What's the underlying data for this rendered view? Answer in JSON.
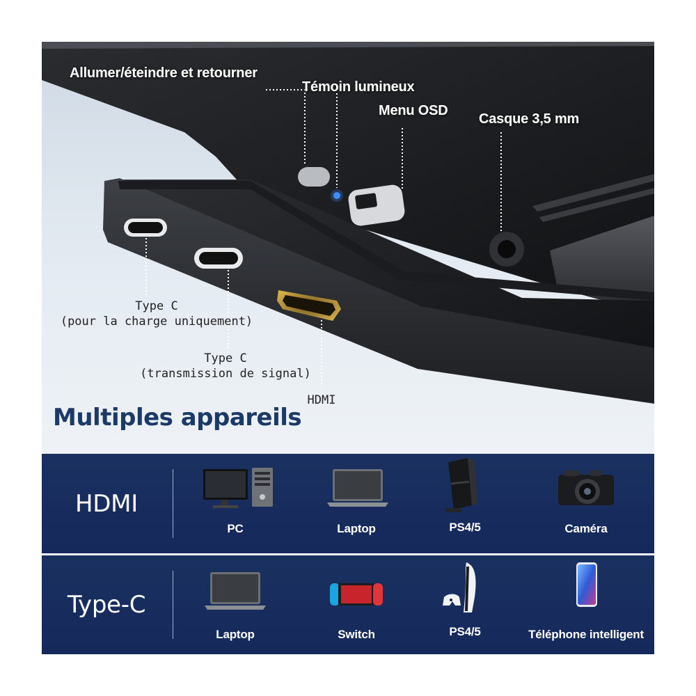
{
  "callouts": {
    "power": "Allumer/éteindre et retourner",
    "led": "Témoin lumineux",
    "osd": "Menu OSD",
    "headphone": "Casque 3,5 mm",
    "typec_charge_line1": "Type C",
    "typec_charge_line2": "(pour la charge uniquement)",
    "typec_signal_line1": "Type C",
    "typec_signal_line2": "(transmission de signal)",
    "hdmi": "HDMI"
  },
  "headline": "Multiples appareils",
  "tables": {
    "hdmi": {
      "title": "HDMI",
      "devices": [
        {
          "label": "PC",
          "icon": "desktop-pc-icon"
        },
        {
          "label": "Laptop",
          "icon": "laptop-icon"
        },
        {
          "label": "PS4/5",
          "icon": "ps4-console-icon"
        },
        {
          "label": "Caméra",
          "icon": "camera-icon"
        }
      ]
    },
    "typec": {
      "title": "Type-C",
      "devices": [
        {
          "label": "Laptop",
          "icon": "laptop-icon"
        },
        {
          "label": "Switch",
          "icon": "nintendo-switch-icon"
        },
        {
          "label": "PS4/5",
          "icon": "ps5-console-icon"
        },
        {
          "label": "Téléphone intelligent",
          "icon": "smartphone-icon"
        }
      ]
    }
  },
  "colors": {
    "band": "#1a3160",
    "headline": "#1d3a66",
    "led": "#3f8cff",
    "hdmi_port": "#c9a040"
  }
}
